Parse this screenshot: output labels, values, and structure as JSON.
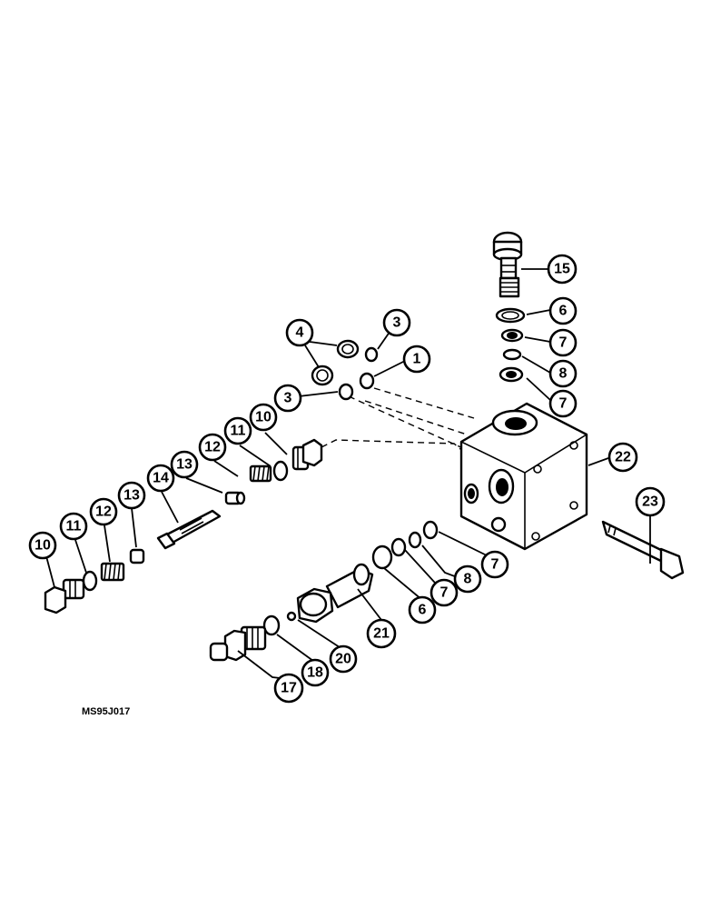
{
  "figure_id": "MS95J017",
  "callouts": [
    "1",
    "3",
    "3",
    "4",
    "6",
    "6",
    "7",
    "7",
    "7",
    "7",
    "8",
    "8",
    "10",
    "10",
    "11",
    "11",
    "12",
    "12",
    "13",
    "13",
    "14",
    "15",
    "17",
    "18",
    "20",
    "21",
    "22",
    "23"
  ],
  "colors": {
    "ink": "#000000",
    "paper": "#ffffff"
  }
}
